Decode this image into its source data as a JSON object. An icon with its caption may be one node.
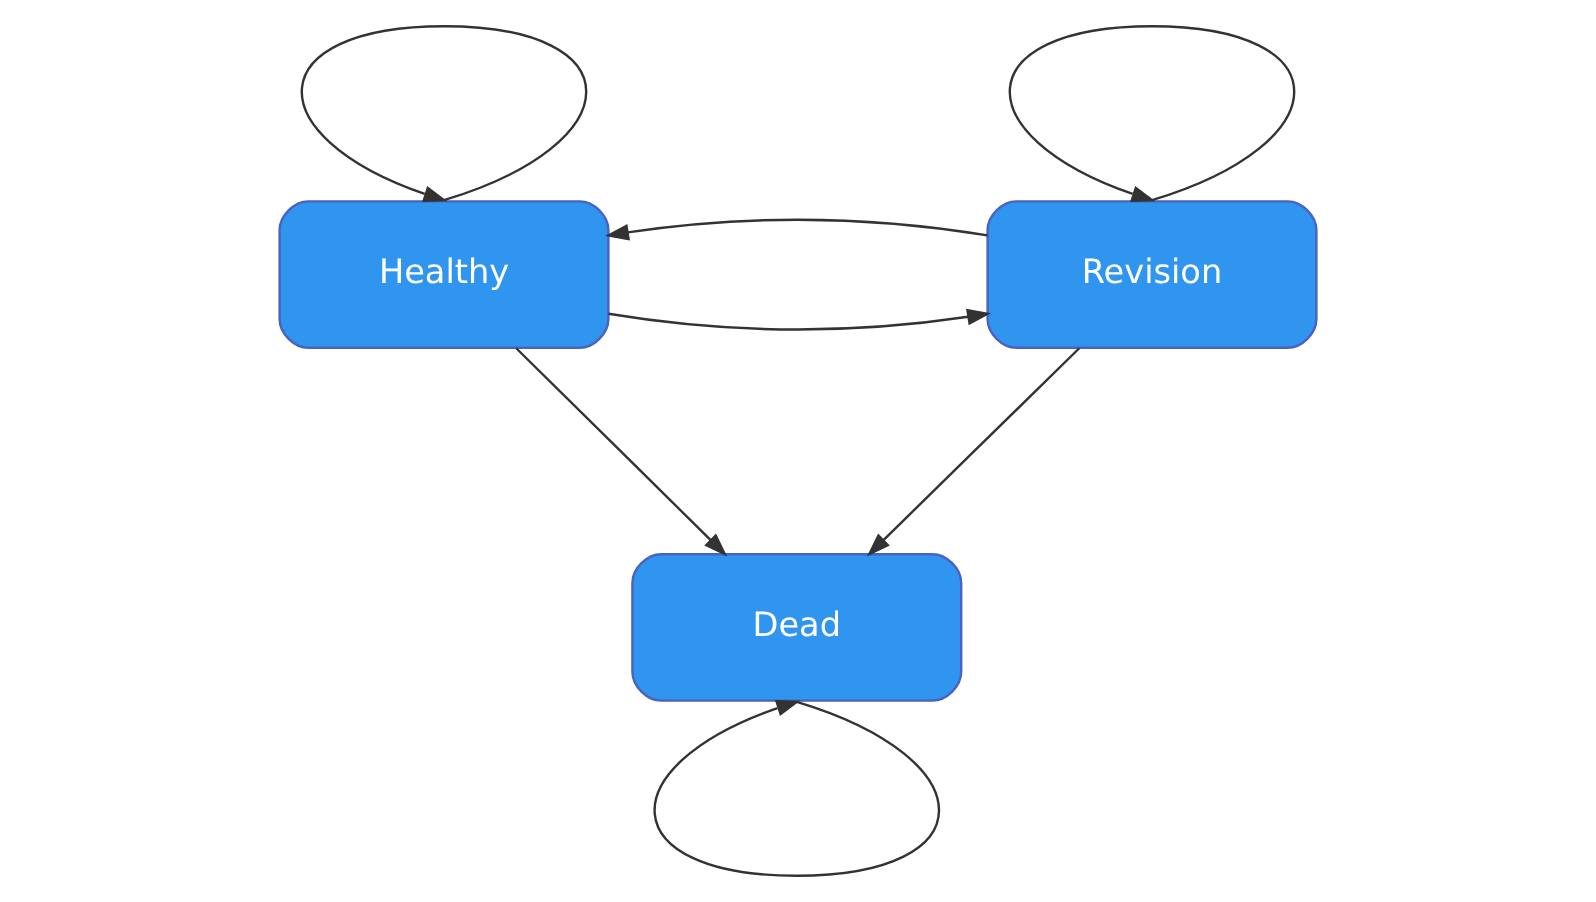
{
  "diagram": {
    "nodes": [
      {
        "text": [
          "Healthy"
        ]
      },
      {
        "text": [
          "Revision"
        ]
      },
      {
        "text": [
          "Dead"
        ]
      }
    ],
    "edges": [
      {
        "from": 0,
        "to": 0,
        "arrow": "to"
      },
      {
        "from": 1,
        "to": 1,
        "arrow": "to"
      },
      {
        "from": 0,
        "to": 1,
        "arrow": "to"
      },
      {
        "from": 1,
        "to": 0,
        "arrow": "to"
      },
      {
        "from": 0,
        "to": 2,
        "arrow": "to"
      },
      {
        "from": 1,
        "to": 2,
        "arrow": "to"
      },
      {
        "from": 2,
        "to": 2,
        "arrow": "to"
      }
    ]
  }
}
